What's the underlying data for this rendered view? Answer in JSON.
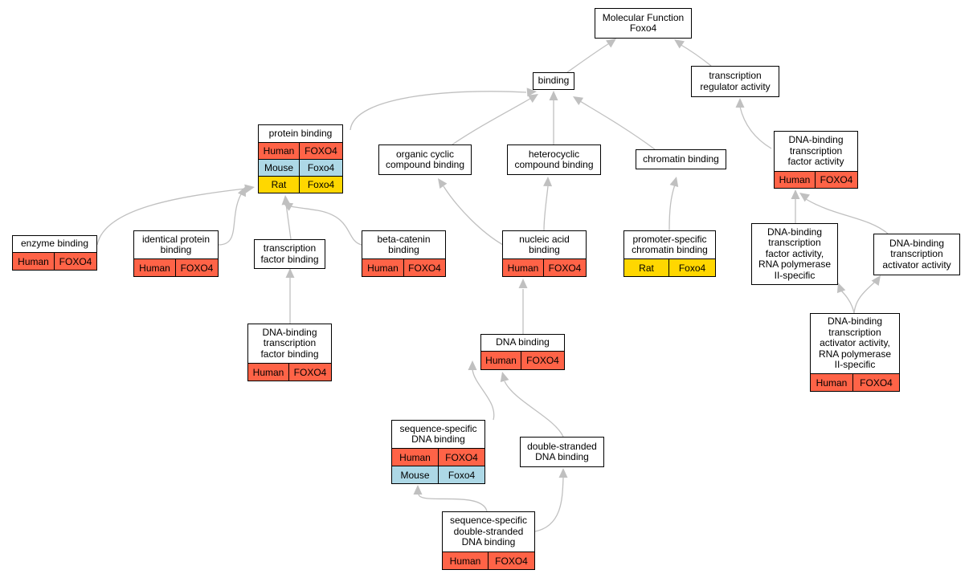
{
  "colors": {
    "Human": "#ff6347",
    "Mouse": "#add8e6",
    "Rat": "#ffd700",
    "edge": "#c0c0c0"
  },
  "nodes": [
    {
      "id": "molecular_function",
      "label": "Molecular Function\nFoxo4",
      "rows": []
    },
    {
      "id": "binding",
      "label": "binding",
      "rows": []
    },
    {
      "id": "transcription_regulator_activity",
      "label": "transcription\nregulator activity",
      "rows": []
    },
    {
      "id": "protein_binding",
      "label": "protein binding",
      "rows": [
        [
          "Human",
          "FOXO4"
        ],
        [
          "Mouse",
          "Foxo4"
        ],
        [
          "Rat",
          "Foxo4"
        ]
      ]
    },
    {
      "id": "organic_cyclic_compound_binding",
      "label": "organic cyclic\ncompound binding",
      "rows": []
    },
    {
      "id": "heterocyclic_compound_binding",
      "label": "heterocyclic\ncompound binding",
      "rows": []
    },
    {
      "id": "chromatin_binding",
      "label": "chromatin binding",
      "rows": []
    },
    {
      "id": "dna_binding_transcription_factor_activity",
      "label": "DNA-binding\ntranscription\nfactor activity",
      "rows": [
        [
          "Human",
          "FOXO4"
        ]
      ]
    },
    {
      "id": "enzyme_binding",
      "label": "enzyme binding",
      "rows": [
        [
          "Human",
          "FOXO4"
        ]
      ]
    },
    {
      "id": "identical_protein_binding",
      "label": "identical protein\nbinding",
      "rows": [
        [
          "Human",
          "FOXO4"
        ]
      ]
    },
    {
      "id": "transcription_factor_binding",
      "label": "transcription\nfactor binding",
      "rows": []
    },
    {
      "id": "beta_catenin_binding",
      "label": "beta-catenin\nbinding",
      "rows": [
        [
          "Human",
          "FOXO4"
        ]
      ]
    },
    {
      "id": "nucleic_acid_binding",
      "label": "nucleic acid\nbinding",
      "rows": [
        [
          "Human",
          "FOXO4"
        ]
      ]
    },
    {
      "id": "promoter_specific_chromatin_binding",
      "label": "promoter-specific\nchromatin binding",
      "rows": [
        [
          "Rat",
          "Foxo4"
        ]
      ]
    },
    {
      "id": "dna_binding_tf_activity_rna_pol_ii",
      "label": "DNA-binding\ntranscription\nfactor activity,\nRNA polymerase\nII-specific",
      "rows": []
    },
    {
      "id": "dna_binding_transcription_activator_activity",
      "label": "DNA-binding\ntranscription\nactivator activity",
      "rows": []
    },
    {
      "id": "dna_binding_transcription_factor_binding",
      "label": "DNA-binding\ntranscription\nfactor binding",
      "rows": [
        [
          "Human",
          "FOXO4"
        ]
      ]
    },
    {
      "id": "dna_binding",
      "label": "DNA binding",
      "rows": [
        [
          "Human",
          "FOXO4"
        ]
      ]
    },
    {
      "id": "dna_binding_activator_activity_rna_pol_ii",
      "label": "DNA-binding\ntranscription\nactivator activity,\nRNA polymerase\nII-specific",
      "rows": [
        [
          "Human",
          "FOXO4"
        ]
      ]
    },
    {
      "id": "sequence_specific_dna_binding",
      "label": "sequence-specific\nDNA binding",
      "rows": [
        [
          "Human",
          "FOXO4"
        ],
        [
          "Mouse",
          "Foxo4"
        ]
      ]
    },
    {
      "id": "double_stranded_dna_binding",
      "label": "double-stranded\nDNA binding",
      "rows": []
    },
    {
      "id": "sequence_specific_double_stranded_dna_binding",
      "label": "sequence-specific\ndouble-stranded\nDNA binding",
      "rows": [
        [
          "Human",
          "FOXO4"
        ]
      ]
    }
  ],
  "edges": [
    {
      "from": "binding",
      "to": "molecular_function"
    },
    {
      "from": "transcription_regulator_activity",
      "to": "molecular_function"
    },
    {
      "from": "protein_binding",
      "to": "binding"
    },
    {
      "from": "organic_cyclic_compound_binding",
      "to": "binding"
    },
    {
      "from": "heterocyclic_compound_binding",
      "to": "binding"
    },
    {
      "from": "chromatin_binding",
      "to": "binding"
    },
    {
      "from": "dna_binding_transcription_factor_activity",
      "to": "transcription_regulator_activity"
    },
    {
      "from": "enzyme_binding",
      "to": "protein_binding"
    },
    {
      "from": "identical_protein_binding",
      "to": "protein_binding"
    },
    {
      "from": "transcription_factor_binding",
      "to": "protein_binding"
    },
    {
      "from": "beta_catenin_binding",
      "to": "protein_binding"
    },
    {
      "from": "nucleic_acid_binding",
      "to": "organic_cyclic_compound_binding"
    },
    {
      "from": "nucleic_acid_binding",
      "to": "heterocyclic_compound_binding"
    },
    {
      "from": "promoter_specific_chromatin_binding",
      "to": "chromatin_binding"
    },
    {
      "from": "dna_binding_tf_activity_rna_pol_ii",
      "to": "dna_binding_transcription_factor_activity"
    },
    {
      "from": "dna_binding_transcription_activator_activity",
      "to": "dna_binding_transcription_factor_activity"
    },
    {
      "from": "dna_binding_transcription_factor_binding",
      "to": "transcription_factor_binding"
    },
    {
      "from": "dna_binding",
      "to": "nucleic_acid_binding"
    },
    {
      "from": "dna_binding_activator_activity_rna_pol_ii",
      "to": "dna_binding_tf_activity_rna_pol_ii"
    },
    {
      "from": "dna_binding_activator_activity_rna_pol_ii",
      "to": "dna_binding_transcription_activator_activity"
    },
    {
      "from": "sequence_specific_dna_binding",
      "to": "dna_binding"
    },
    {
      "from": "double_stranded_dna_binding",
      "to": "dna_binding"
    },
    {
      "from": "sequence_specific_double_stranded_dna_binding",
      "to": "sequence_specific_dna_binding"
    },
    {
      "from": "sequence_specific_double_stranded_dna_binding",
      "to": "double_stranded_dna_binding"
    }
  ]
}
